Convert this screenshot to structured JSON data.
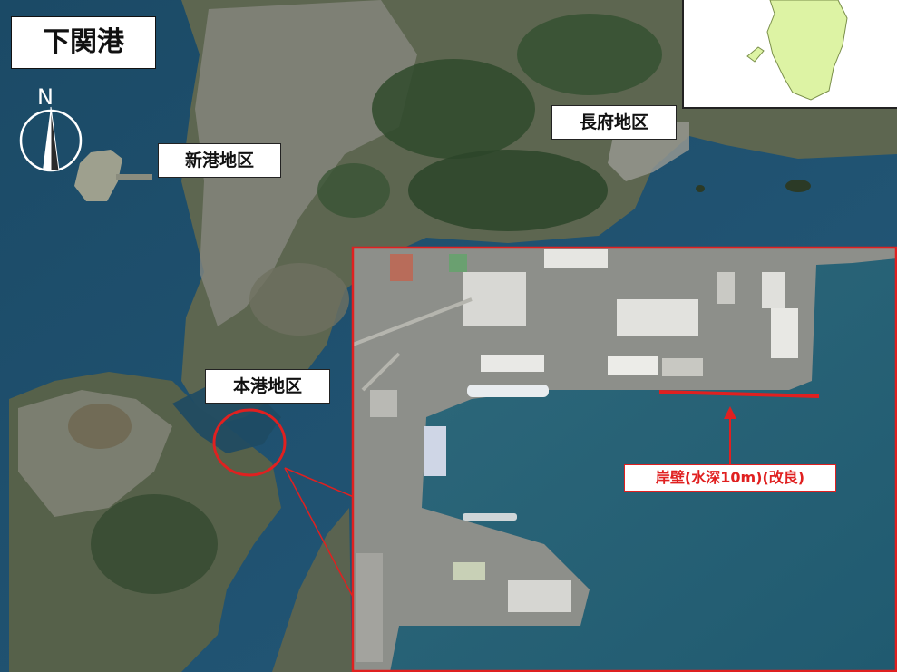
{
  "map": {
    "title": "下関港",
    "north_label": "N",
    "districts": {
      "shinko": "新港地区",
      "chofu": "長府地区",
      "honko": "本港地区"
    },
    "berth_label": "岸壁(水深10m)(改良)",
    "colors": {
      "sea": "#1e4f6e",
      "land": "#5d6650",
      "highlight_red": "#e02020",
      "inset_land": "#ddf3a4"
    },
    "icons": [
      "compass-north-icon",
      "arrow-up-icon"
    ]
  }
}
